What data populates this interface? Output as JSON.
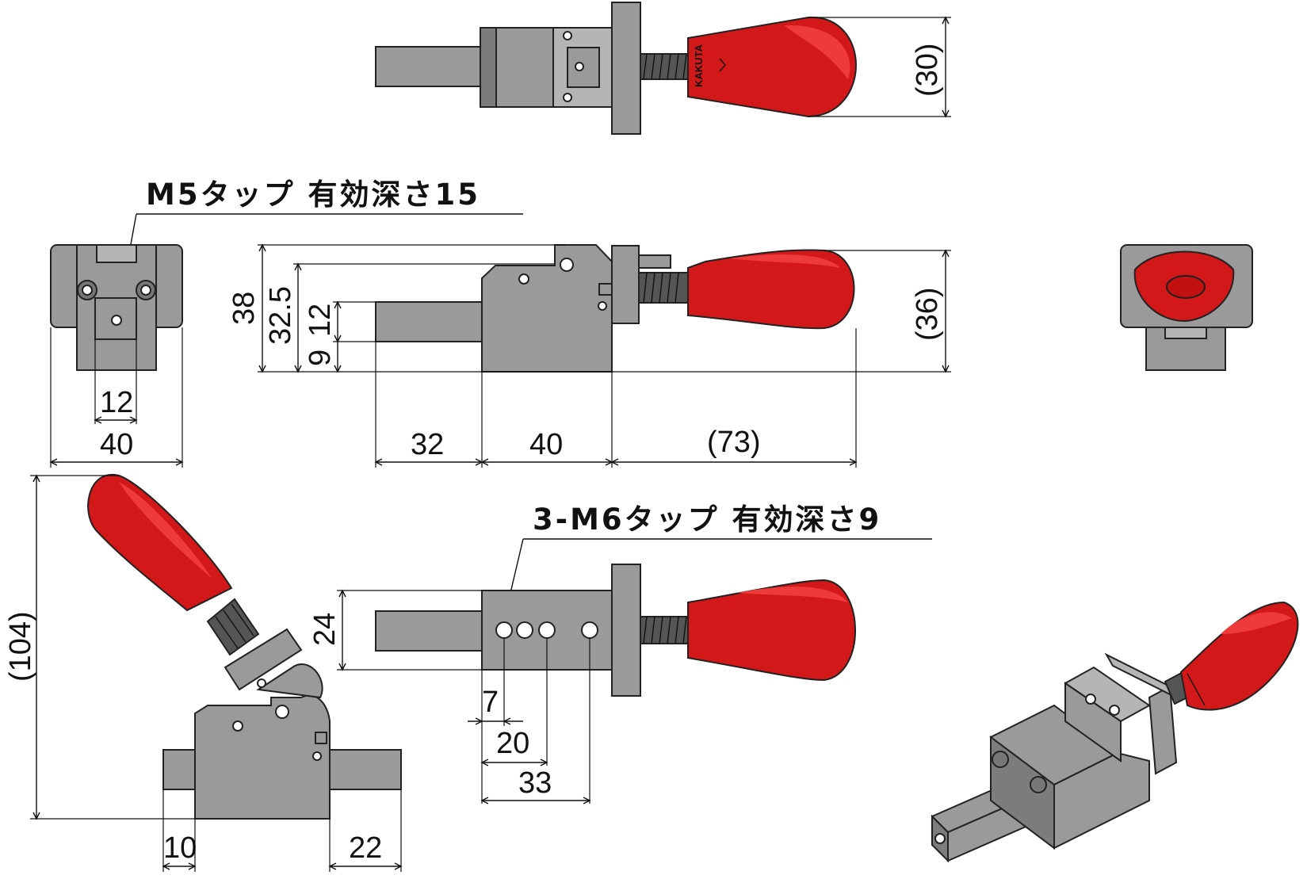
{
  "notes": {
    "top_tap": "M5タップ 有効深さ15",
    "side_tap": "3-M6タップ 有効深さ9",
    "logo_text": "KAKUTA"
  },
  "dimensions": {
    "top_view_width": "(30)",
    "front_height_total": "38",
    "front_height_2": "32.5",
    "front_height_3": "12",
    "front_height_4": "9",
    "front_height_knob": "(36)",
    "front_len_plunger": "32",
    "front_len_body": "40",
    "front_len_knob": "(73)",
    "end_view_slot": "12",
    "end_view_width": "40",
    "side_height": "24",
    "side_hole_1": "7",
    "side_hole_2": "20",
    "side_hole_3": "33",
    "tilt_height": "(104)",
    "tilt_left": "10",
    "tilt_right": "22"
  },
  "colors": {
    "knob": "#d21818",
    "metal": "#9a9a9a"
  }
}
